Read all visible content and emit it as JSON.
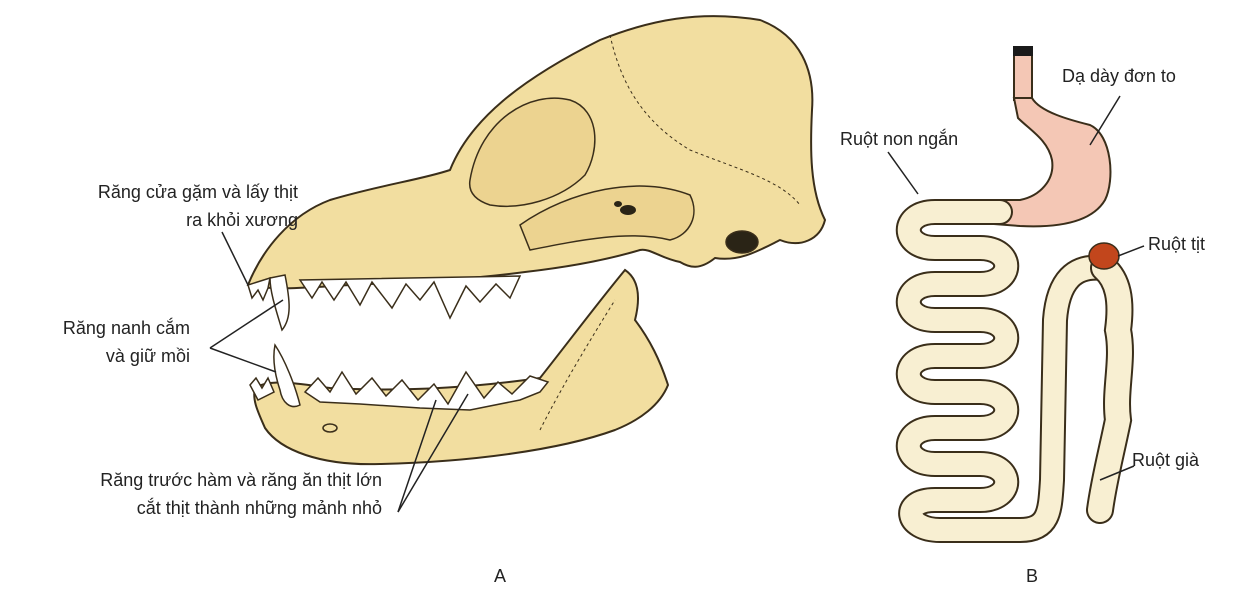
{
  "panel_a": {
    "caption": "A",
    "labels": {
      "incisors_l1": "Răng cửa gặm và lấy thịt",
      "incisors_l2": "ra khỏi xương",
      "canines_l1": "Răng nanh cắm",
      "canines_l2": "và giữ mồi",
      "molars_l1": "Răng trước hàm và răng ăn thịt lớn",
      "molars_l2": "cắt thịt thành những mảnh nhỏ"
    }
  },
  "panel_b": {
    "caption": "B",
    "labels": {
      "stomach": "Dạ dày đơn to",
      "small_intestine": "Ruột non ngắn",
      "cecum": "Ruột tịt",
      "large_intestine": "Ruột già"
    }
  },
  "colors": {
    "bone": "#f2dea0",
    "bone_outline": "#3a2e1a",
    "intestine": "#f8efd2",
    "stomach": "#f4c7b5",
    "cecum": "#c2461c"
  }
}
